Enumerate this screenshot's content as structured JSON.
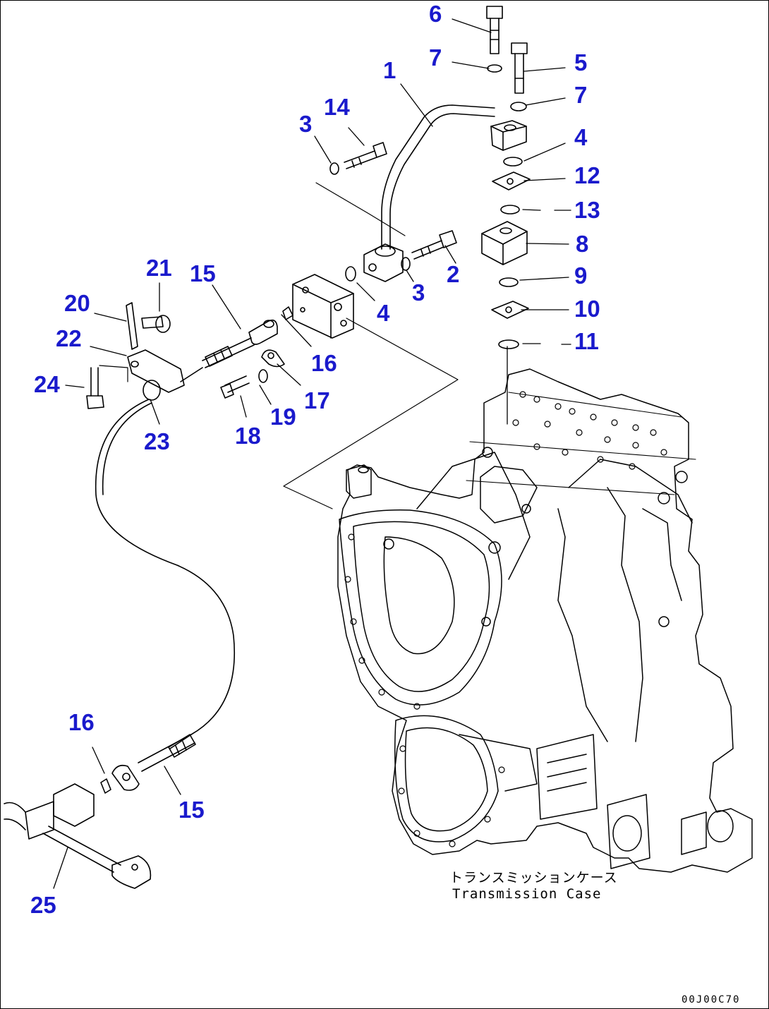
{
  "diagram": {
    "label_color": "#1a1acc",
    "line_color": "#000000",
    "callouts": [
      {
        "id": "1",
        "text": "1"
      },
      {
        "id": "2",
        "text": "2"
      },
      {
        "id": "3a",
        "text": "3"
      },
      {
        "id": "3b",
        "text": "3"
      },
      {
        "id": "4a",
        "text": "4"
      },
      {
        "id": "4b",
        "text": "4"
      },
      {
        "id": "5",
        "text": "5"
      },
      {
        "id": "6",
        "text": "6"
      },
      {
        "id": "7a",
        "text": "7"
      },
      {
        "id": "7b",
        "text": "7"
      },
      {
        "id": "8",
        "text": "8"
      },
      {
        "id": "9",
        "text": "9"
      },
      {
        "id": "10",
        "text": "10"
      },
      {
        "id": "11",
        "text": "11"
      },
      {
        "id": "12",
        "text": "12"
      },
      {
        "id": "13",
        "text": "13"
      },
      {
        "id": "14",
        "text": "14"
      },
      {
        "id": "15a",
        "text": "15"
      },
      {
        "id": "15b",
        "text": "15"
      },
      {
        "id": "16a",
        "text": "16"
      },
      {
        "id": "16b",
        "text": "16"
      },
      {
        "id": "17",
        "text": "17"
      },
      {
        "id": "18",
        "text": "18"
      },
      {
        "id": "19",
        "text": "19"
      },
      {
        "id": "20",
        "text": "20"
      },
      {
        "id": "21",
        "text": "21"
      },
      {
        "id": "22",
        "text": "22"
      },
      {
        "id": "23",
        "text": "23"
      },
      {
        "id": "24",
        "text": "24"
      },
      {
        "id": "25",
        "text": "25"
      }
    ],
    "caption_jp": "トランスミッションケース",
    "caption_en": "Transmission Case",
    "drawing_code": "00J00C70"
  }
}
